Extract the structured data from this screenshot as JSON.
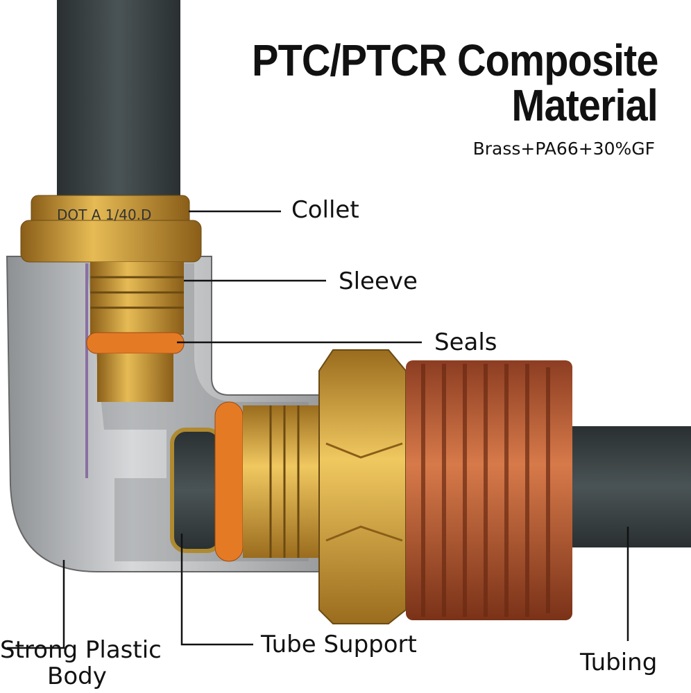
{
  "title": {
    "line1": "PTC/PTCR Composite",
    "line2": "Material",
    "subtitle": "Brass+PA66+30%GF"
  },
  "collet_marking": "DOT A 1/40.D",
  "labels": {
    "collet": "Collet",
    "sleeve": "Sleeve",
    "seals": "Seals",
    "body_line1": "Strong Plastic",
    "body_line2": "Body",
    "tube_support": "Tube Support",
    "tubing": "Tubing"
  },
  "colors": {
    "brass": "#c9962e",
    "tubing": "#3b4244",
    "body": "#b9bbbd",
    "seal": "#e57a25",
    "thread": "#b85a32"
  }
}
